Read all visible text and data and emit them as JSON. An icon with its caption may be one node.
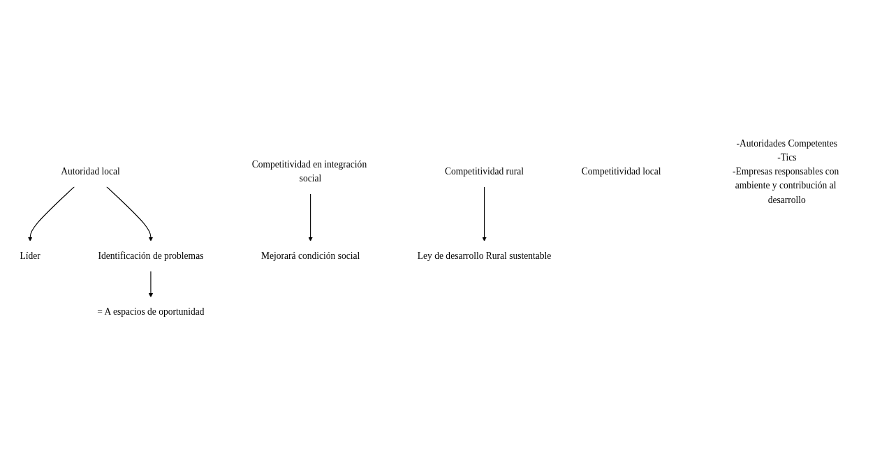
{
  "diagram": {
    "nodes": [
      {
        "text": [
          "Autoridad local"
        ]
      },
      {
        "text": [
          "Líder"
        ]
      },
      {
        "text": [
          "Identificación de problemas"
        ]
      },
      {
        "text": [
          "= A espacios de oportunidad"
        ]
      },
      {
        "text": [
          "Competitividad en integración social"
        ]
      },
      {
        "text": [
          "Mejorará condición social"
        ]
      },
      {
        "text": [
          "Competitividad rural"
        ]
      },
      {
        "text": [
          "Ley de desarrollo Rural sustentable"
        ]
      },
      {
        "text": [
          "Competitividad local"
        ]
      },
      {
        "text": [
          "-Autoridades Competentes",
          "-Tics",
          "-Empresas responsables con ambiente y contribución al desarrollo"
        ]
      }
    ],
    "edges": [
      {
        "from": 0,
        "to": 1,
        "arrow": "to"
      },
      {
        "from": 0,
        "to": 2,
        "arrow": "to"
      },
      {
        "from": 2,
        "to": 3,
        "arrow": "to"
      },
      {
        "from": 4,
        "to": 5,
        "arrow": "to"
      },
      {
        "from": 6,
        "to": 7,
        "arrow": "to"
      }
    ]
  }
}
